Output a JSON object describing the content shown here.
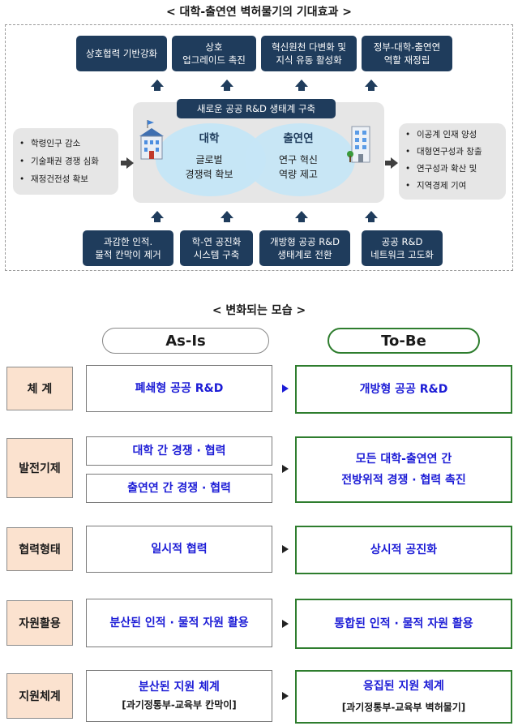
{
  "top_title": "< 대학-출연연 벽허물기의 기대효과 >",
  "expected_effects": [
    {
      "lines": [
        "상호협력 기반강화"
      ]
    },
    {
      "lines": [
        "상호",
        "업그레이드 촉진"
      ]
    },
    {
      "lines": [
        "혁신원천 다변화 및",
        "지식 유동 활성화"
      ]
    },
    {
      "lines": [
        "정부-대학-출연연",
        "역할 재정립"
      ]
    }
  ],
  "center_banner": "새로운 공공 R&D 생태계 구축",
  "university": {
    "title": "대학",
    "lines": [
      "글로벌",
      "경쟁력 확보"
    ]
  },
  "institute": {
    "title": "출연연",
    "lines": [
      "연구 혁신",
      "역량 제고"
    ]
  },
  "left_issues": [
    "학령인구 감소",
    "기술패권 경쟁 심화",
    "재정건전성 확보"
  ],
  "right_outcomes": [
    "이공계 인재 양성",
    "대형연구성과 창출",
    "연구성과 확산 및",
    "지역경제 기여"
  ],
  "strategies": [
    {
      "lines": [
        "과감한 인적.",
        "물적 칸막이 제거"
      ]
    },
    {
      "lines": [
        "학-연 공진화",
        "시스템 구축"
      ]
    },
    {
      "lines": [
        "개방형 공공 R&D",
        "생태계로 전환"
      ]
    },
    {
      "lines": [
        "공공 R&D",
        "네트워크 고도화"
      ]
    }
  ],
  "bottom_title": "< 변화되는 모습 >",
  "as_is_label": "As-Is",
  "to_be_label": "To-Be",
  "rows": [
    {
      "category": "체 계",
      "as_is": [
        "폐쇄형 공공 R&D"
      ],
      "to_be": [
        "개방형 공공 R&D"
      ]
    },
    {
      "category": "발전기제",
      "as_is": [
        "대학 간 경쟁 · 협력",
        "출연연 간 경쟁 · 협력"
      ],
      "to_be": [
        "모든 대학-출연연 간",
        "전방위적 경쟁 · 협력 촉진"
      ]
    },
    {
      "category": "협력형태",
      "as_is": [
        "일시적 협력"
      ],
      "to_be": [
        "상시적 공진화"
      ]
    },
    {
      "category": "자원활용",
      "as_is": [
        "분산된 인적 · 물적 자원 활용"
      ],
      "to_be": [
        "통합된 인적 · 물적 자원 활용"
      ]
    },
    {
      "category": "지원체계",
      "as_is": [
        "분산된 지원 체계"
      ],
      "as_is_note": "[과기정통부-교육부 칸막이]",
      "to_be": [
        "응집된 지원 체계"
      ],
      "to_be_note": "[과기정통부-교육부 벽허물기]"
    }
  ],
  "colors": {
    "navy": "#1f3c5c",
    "oval": "#c6e6f6",
    "category_bg": "#fbe2cf",
    "to_be_border": "#2e7d2e",
    "emphasis_text": "#1c1cd6"
  },
  "icons": [
    "university-building-icon",
    "research-institute-building-icon"
  ]
}
